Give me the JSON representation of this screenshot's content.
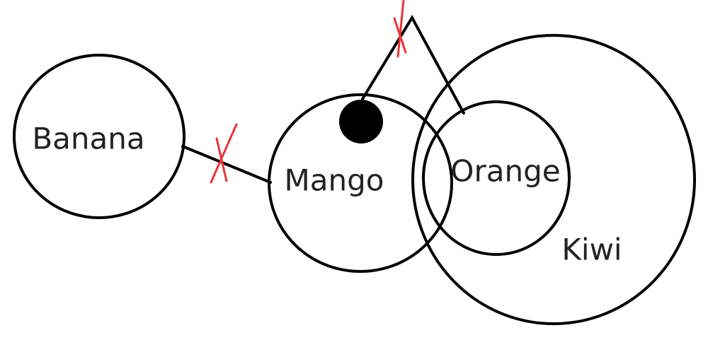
{
  "diagram": {
    "labels": {
      "banana": "Banana",
      "mango": "Mango",
      "orange": "Orange",
      "kiwi": "Kiwi"
    },
    "colors": {
      "stroke": "#000000",
      "text": "#222222",
      "cross": "#e8343a",
      "dot": "#000000"
    },
    "icons": {
      "cross": "x-mark-icon",
      "dot": "filled-circle-icon"
    }
  }
}
